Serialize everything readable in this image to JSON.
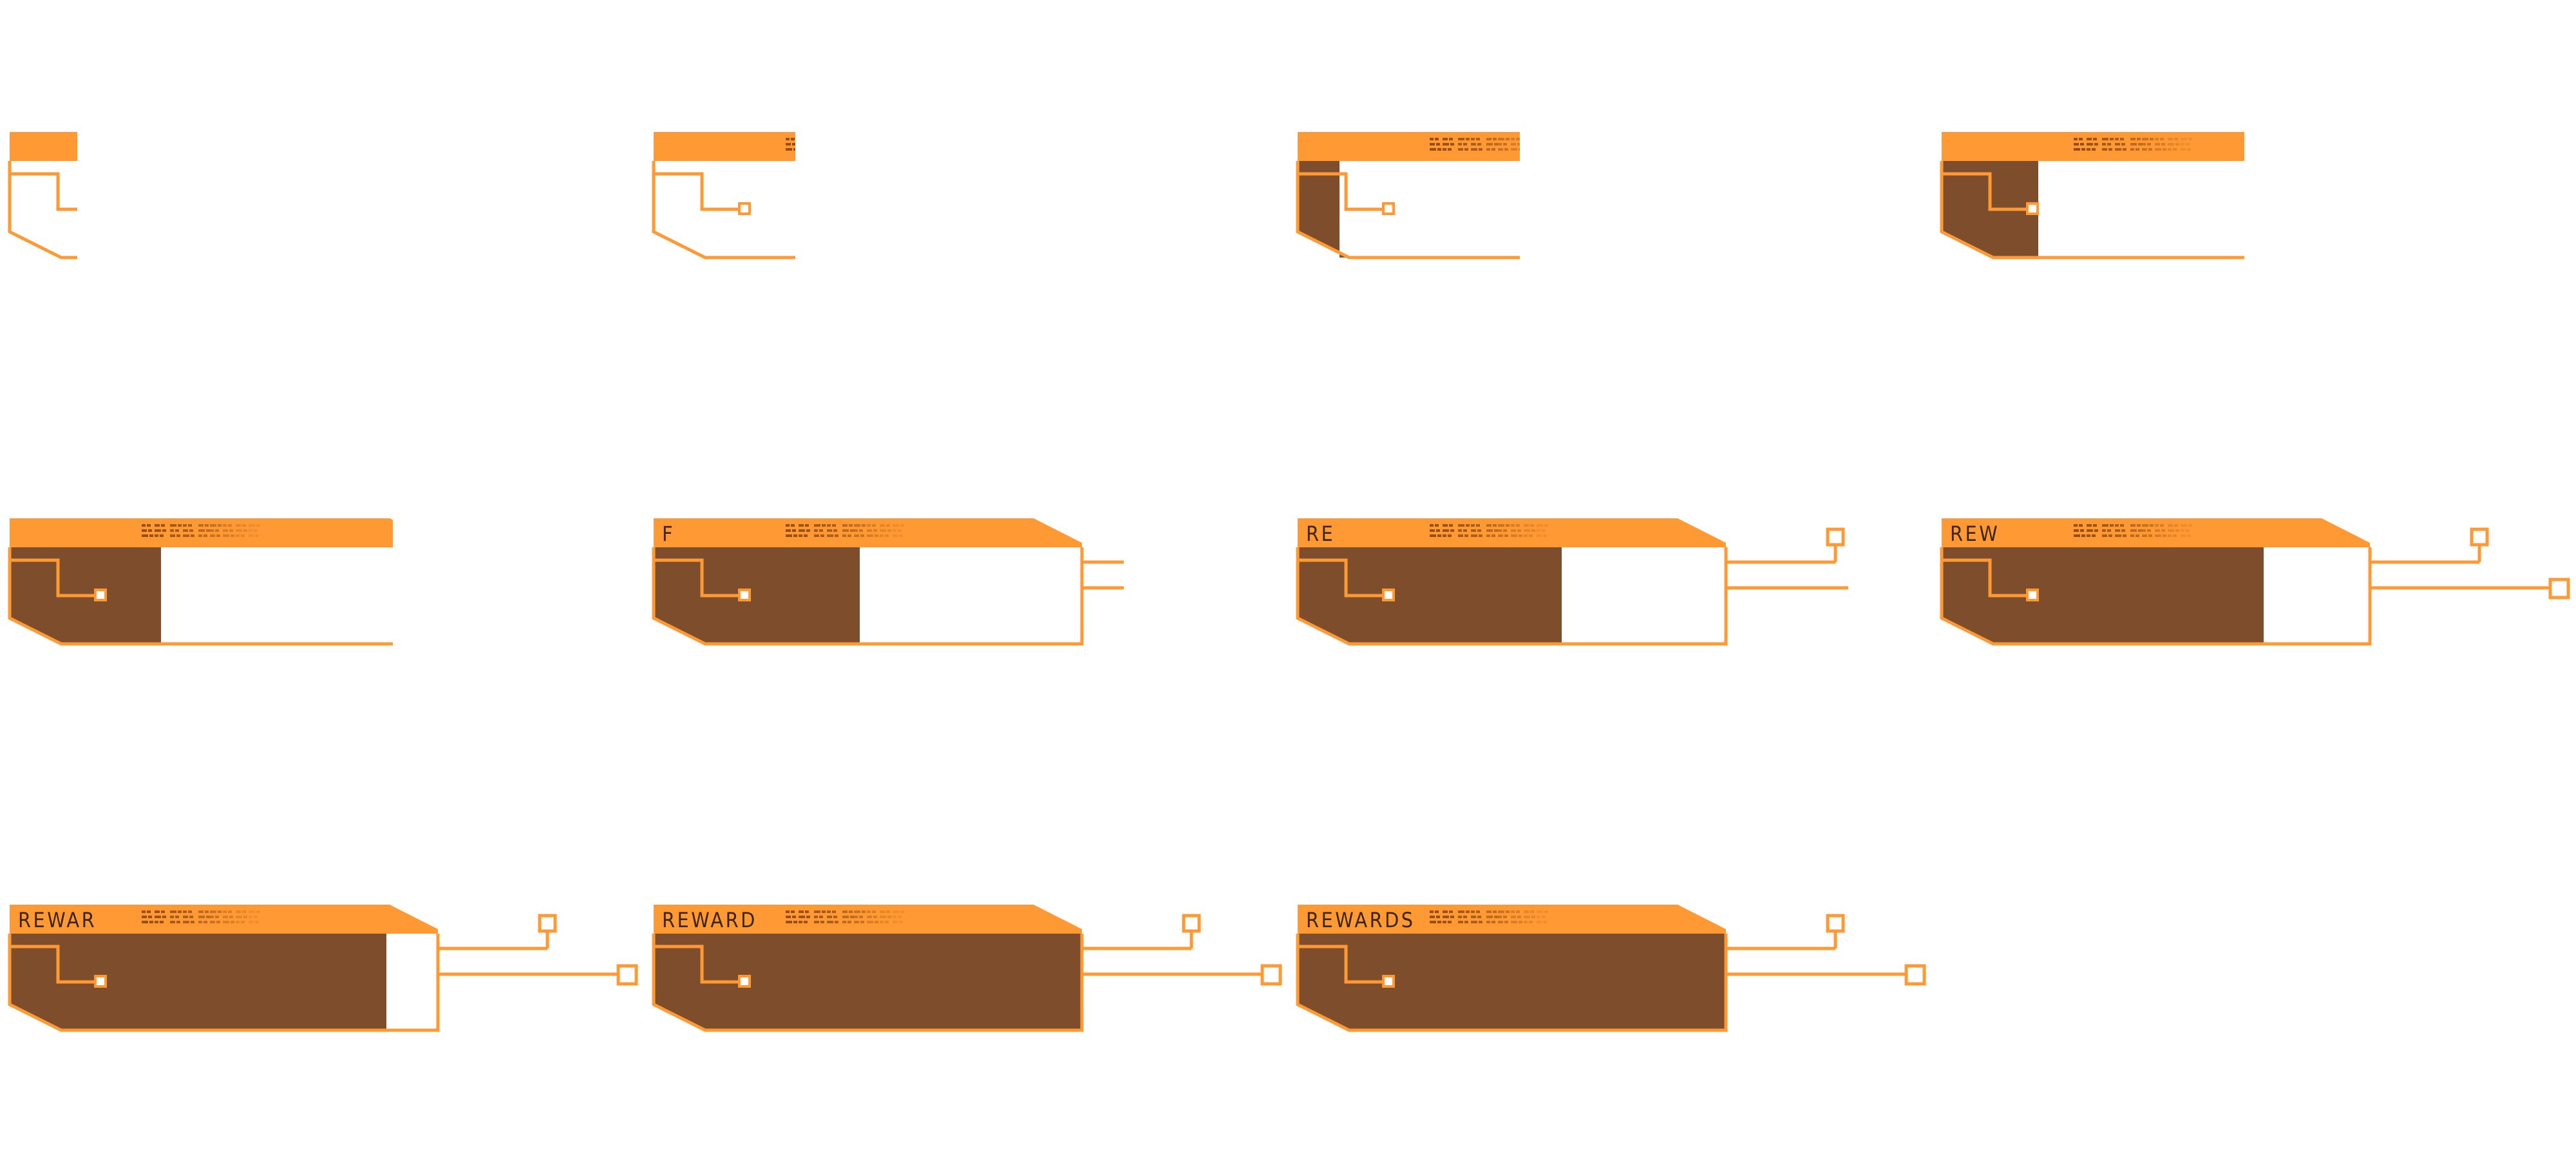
{
  "sprite_sheet": {
    "colors": {
      "accent": "#ff9933",
      "fill": "#7e4d2b",
      "background": "#ffffff",
      "glyph": "#8b4513"
    },
    "glyph_opacities": [
      0.9,
      0.85,
      0.75,
      0.7,
      0.55,
      0.45,
      0.32,
      0.22,
      0.12
    ],
    "frames": [
      {
        "label": ""
      },
      {
        "label": ""
      },
      {
        "label": ""
      },
      {
        "label": ""
      },
      {
        "label": ""
      },
      {
        "label": "F"
      },
      {
        "label": "RE"
      },
      {
        "label": "REW"
      },
      {
        "label": "REWAR"
      },
      {
        "label": "REWARD"
      },
      {
        "label": "REWARDS"
      }
    ]
  }
}
